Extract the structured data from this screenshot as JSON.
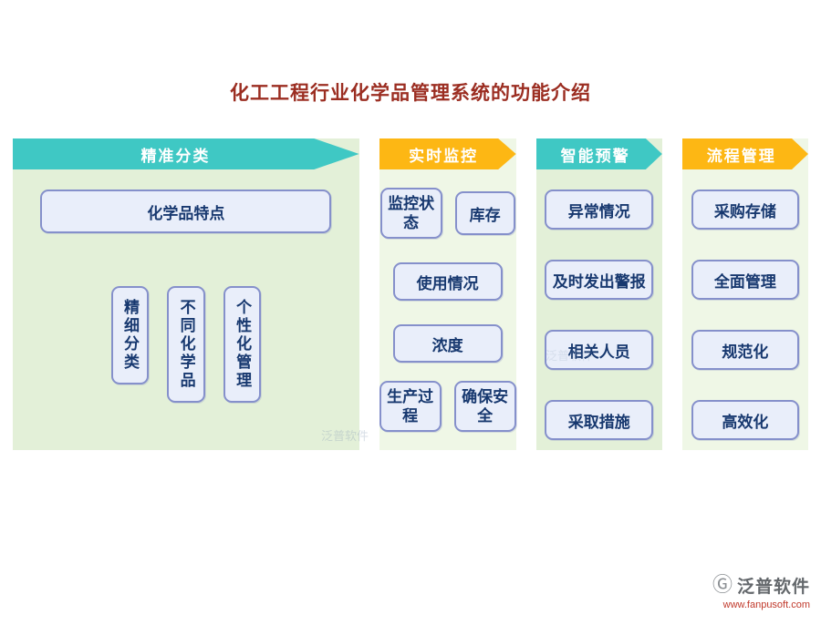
{
  "title": "化工工程行业化学品管理系统的功能介绍",
  "columns": [
    {
      "header": "精准分类",
      "items": {
        "feature": "化学品特点",
        "vertical": [
          "精细分类",
          "不同化学品",
          "个性化管理"
        ]
      }
    },
    {
      "header": "实时监控",
      "items": {
        "monitor_state": "监控状态",
        "inventory": "库存",
        "usage": "使用情况",
        "concentration": "浓度",
        "production": "生产过程",
        "safety": "确保安全"
      }
    },
    {
      "header": "智能预警",
      "items": [
        "异常情况",
        "及时发出警报",
        "相关人员",
        "采取措施"
      ]
    },
    {
      "header": "流程管理",
      "items": [
        "采购存储",
        "全面管理",
        "规范化",
        "高效化"
      ]
    }
  ],
  "watermark": "泛普软件",
  "footer": {
    "brand": "泛普软件",
    "url": "www.fanpusoft.com",
    "logo_glyph": "Ⓖ"
  },
  "colors": {
    "header_teal": "#3FC8C4",
    "header_orange": "#FDB714",
    "column_bg_green": "#E3F0D8",
    "column_bg_light": "#EFF7E6",
    "box_fill": "#E9EEFA",
    "box_border": "#8590CB",
    "box_text": "#17386F",
    "title_color": "#9B2D21",
    "footer_url_color": "#C0392B"
  }
}
